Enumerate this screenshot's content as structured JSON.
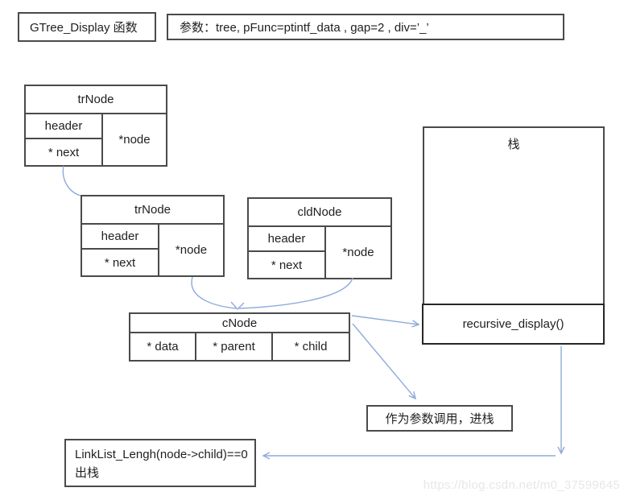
{
  "diagram": {
    "function_box": {
      "label": "GTree_Display 函数"
    },
    "params_box": {
      "label": "参数：tree, pFunc=ptintf_data , gap=2 , div=’_’"
    },
    "trnode_top": {
      "title": "trNode",
      "header": "header",
      "next": "* next",
      "node": "*node"
    },
    "trnode_mid": {
      "title": "trNode",
      "header": "header",
      "next": "* next",
      "node": "*node"
    },
    "cldnode": {
      "title": "cldNode",
      "header": "header",
      "next": "* next",
      "node": "*node"
    },
    "stack": {
      "title": "栈",
      "frame": "recursive_display()"
    },
    "cnode": {
      "title": "cNode",
      "data": "* data",
      "parent": "* parent",
      "child": "* child"
    },
    "call_box": {
      "label": "作为参数调用，进栈"
    },
    "pop_box": {
      "line1": "LinkList_Lengh(node->child)==0",
      "line2": "出栈"
    },
    "watermark": "https://blog.csdn.net/m0_37599645",
    "colors": {
      "arrow": "#8faadc",
      "border": "#4a4a4a",
      "watermark": "#e7e7e7"
    }
  }
}
